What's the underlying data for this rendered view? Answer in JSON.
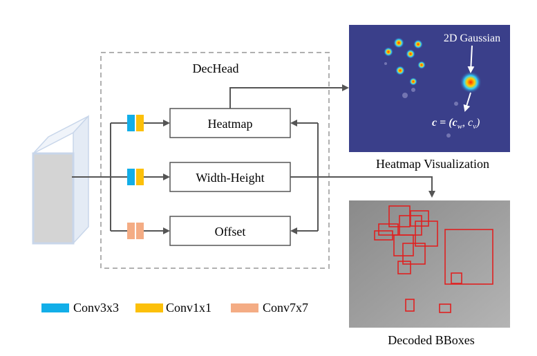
{
  "dechead": {
    "title": "DecHead"
  },
  "heads": {
    "heatmap": "Heatmap",
    "width_height": "Width-Height",
    "offset": "Offset"
  },
  "heatmap_viz": {
    "caption": "Heatmap Visualization",
    "annotation_gaussian": "2D Gaussian",
    "annotation_center": "c = (c",
    "center_sub_w": "w",
    "center_sep": ", c",
    "center_sub_v": "v",
    "center_close": ")"
  },
  "bboxes": {
    "caption": "Decoded BBoxes"
  },
  "legend": {
    "items": [
      {
        "label": "Conv3x3",
        "color": "#12aee8"
      },
      {
        "label": "Conv1x1",
        "color": "#fcc00a"
      },
      {
        "label": "Conv7x7",
        "color": "#f4ac84"
      }
    ]
  },
  "colors": {
    "heatmap_bg": "#3a3f8a",
    "bbox_border": "#e02020",
    "arrow": "#555555",
    "dashed_border": "#b0b0b0"
  }
}
